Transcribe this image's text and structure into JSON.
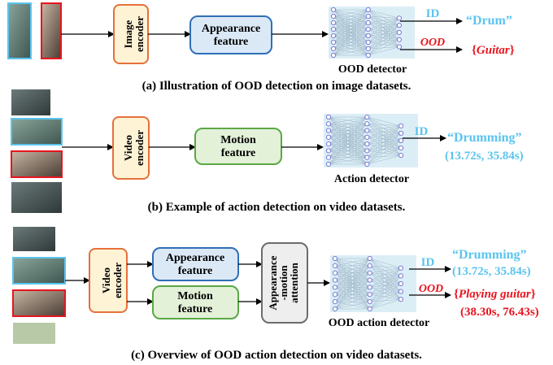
{
  "colors": {
    "id_blue": "#5bc4ef",
    "ood_red": "#e8141e",
    "encoder_orange": "#e5703a",
    "encoder_fill": "#fff3d6",
    "appearance_stroke": "#2f6fb7",
    "appearance_fill": "#dbe9f7",
    "motion_stroke": "#5aa845",
    "motion_fill": "#e3f1d8",
    "attention_stroke": "#6c6c6c",
    "attention_fill": "#eeeeee",
    "net_bg": "#dbeef6",
    "node": "#7a7ad6"
  },
  "panel_a": {
    "encoder": "Image encoder",
    "feature": "Appearance feature",
    "detector": "OOD detector",
    "id_label": "ID",
    "ood_label": "OOD",
    "id_result": "“Drum”",
    "ood_result": "{Guitar}",
    "caption": "(a) Illustration of OOD detection on image datasets."
  },
  "panel_b": {
    "encoder": "Video encoder",
    "feature": "Motion feature",
    "detector": "Action detector",
    "id_label": "ID",
    "id_result": "“Drumming”",
    "id_time": "(13.72s, 35.84s)",
    "caption": "(b) Example of action detection on video datasets."
  },
  "panel_c": {
    "encoder": "Video encoder",
    "feature_top": "Appearance feature",
    "feature_bottom": "Motion feature",
    "attention": "Appearance -motion attention",
    "detector": "OOD action detector",
    "id_label": "ID",
    "ood_label": "OOD",
    "id_result": "“Drumming”",
    "id_time": "(13.72s, 35.84s)",
    "ood_result": "{Playing guitar}",
    "ood_time": "(38.30s, 76.43s)",
    "caption": "(c) Overview of OOD action detection on video datasets."
  }
}
